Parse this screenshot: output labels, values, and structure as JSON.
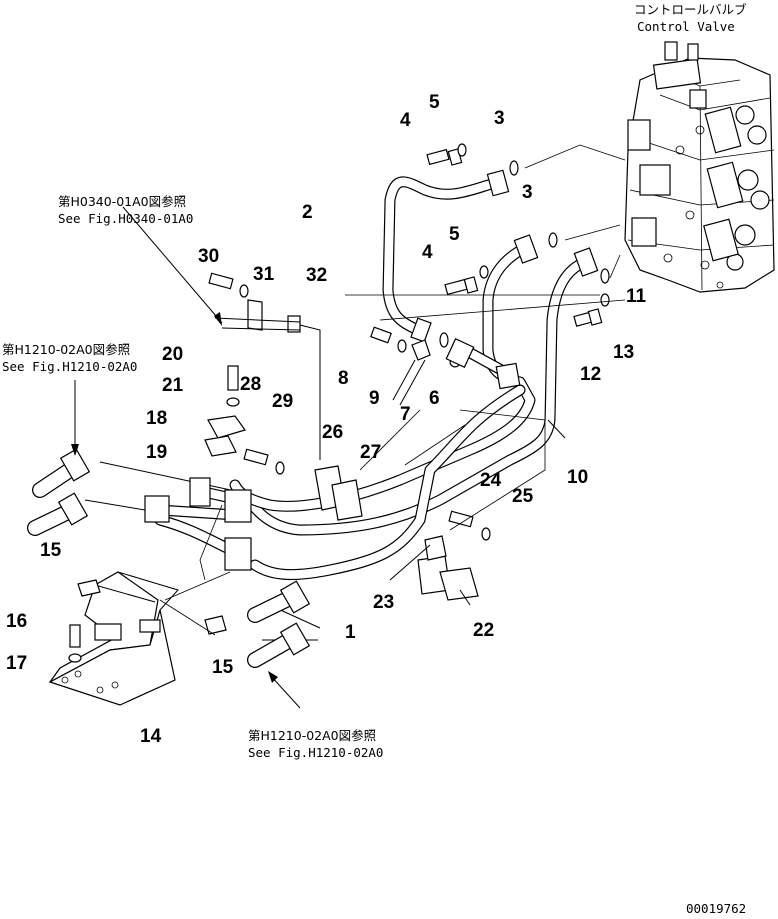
{
  "labels": {
    "control_valve_jp": "コントロールバルブ",
    "control_valve_en": "Control Valve",
    "ref_h0340_jp": "第H0340-01A0図参照",
    "ref_h0340_en": "See Fig.H0340-01A0",
    "ref_h1210_left_jp": "第H1210-02A0図参照",
    "ref_h1210_left_en": "See Fig.H1210-02A0",
    "ref_h1210_bottom_jp": "第H1210-02A0図参照",
    "ref_h1210_bottom_en": "See Fig.H1210-02A0",
    "drawing_number": "00019762"
  },
  "parts": {
    "p1": "1",
    "p2": "2",
    "p3a": "3",
    "p3b": "3",
    "p4a": "4",
    "p4b": "4",
    "p5a": "5",
    "p5b": "5",
    "p6": "6",
    "p7": "7",
    "p8": "8",
    "p9": "9",
    "p10": "10",
    "p11": "11",
    "p12": "12",
    "p13": "13",
    "p14": "14",
    "p15a": "15",
    "p15b": "15",
    "p16": "16",
    "p17": "17",
    "p18": "18",
    "p19": "19",
    "p20": "20",
    "p21": "21",
    "p22": "22",
    "p23": "23",
    "p24": "24",
    "p25": "25",
    "p26": "26",
    "p27": "27",
    "p28": "28",
    "p29": "29",
    "p30": "30",
    "p31": "31",
    "p32": "32"
  }
}
